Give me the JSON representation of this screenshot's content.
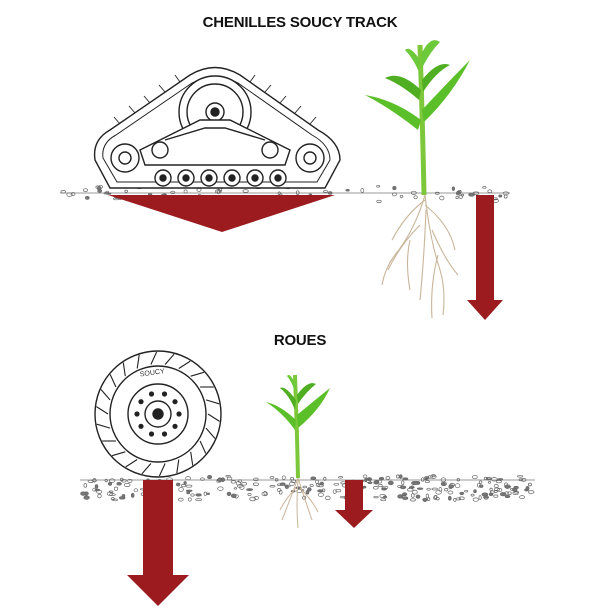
{
  "sections": {
    "track": {
      "title": "CHENILLES SOUCY TRACK",
      "tire_text": ""
    },
    "wheels": {
      "title": "ROUES",
      "tire_text": "SOUCY"
    }
  },
  "colors": {
    "arrow_red": "#9b1b1f",
    "leaf_green": "#5bbf2a",
    "stem_green": "#7cc83a",
    "root_brown": "#c9b59a",
    "outline": "#222222",
    "soil_gray": "#888888"
  },
  "icons": [
    "soucy-track-icon",
    "tractor-tire-icon",
    "corn-plant-icon"
  ]
}
